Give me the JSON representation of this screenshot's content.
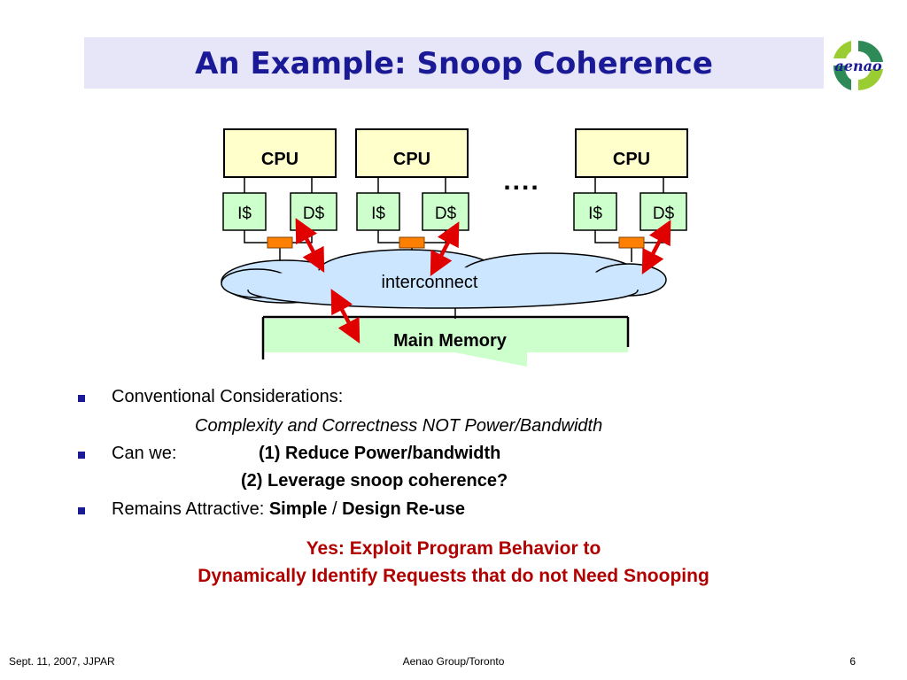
{
  "title": "An Example: Snoop Coherence",
  "logo_text": "aenao",
  "diagram": {
    "cpu_label": "CPU",
    "icache_label": "I$",
    "dcache_label": "D$",
    "ellipsis": "....",
    "interconnect_label": "interconnect",
    "memory_label": "Main Memory"
  },
  "bullets": [
    {
      "text": "Conventional Considerations:",
      "sub": "Complexity and Correctness NOT Power/Bandwidth"
    },
    {
      "text": "Can we:",
      "item1": "(1) Reduce Power/bandwidth",
      "item2": "(2) Leverage snoop coherence?"
    },
    {
      "text": "Remains Attractive: ",
      "bold1": "Simple",
      "sep": " / ",
      "bold2": "Design Re-use"
    }
  ],
  "conclusion": {
    "line1": "Yes: Exploit Program Behavior to",
    "line2": "Dynamically Identify Requests that do not Need Snooping"
  },
  "footer": {
    "left": "Sept. 11, 2007, JJPAR",
    "center": "Aenao Group/Toronto",
    "right": "6"
  },
  "colors": {
    "title": "#1a1a96",
    "cpu_fill": "#ffffcc",
    "cache_fill": "#ccffcc",
    "cloud_fill": "#cce6ff",
    "memory_fill": "#ccffcc",
    "arrow": "#e00000",
    "switch": "#ff8000",
    "conclusion": "#b00000"
  }
}
